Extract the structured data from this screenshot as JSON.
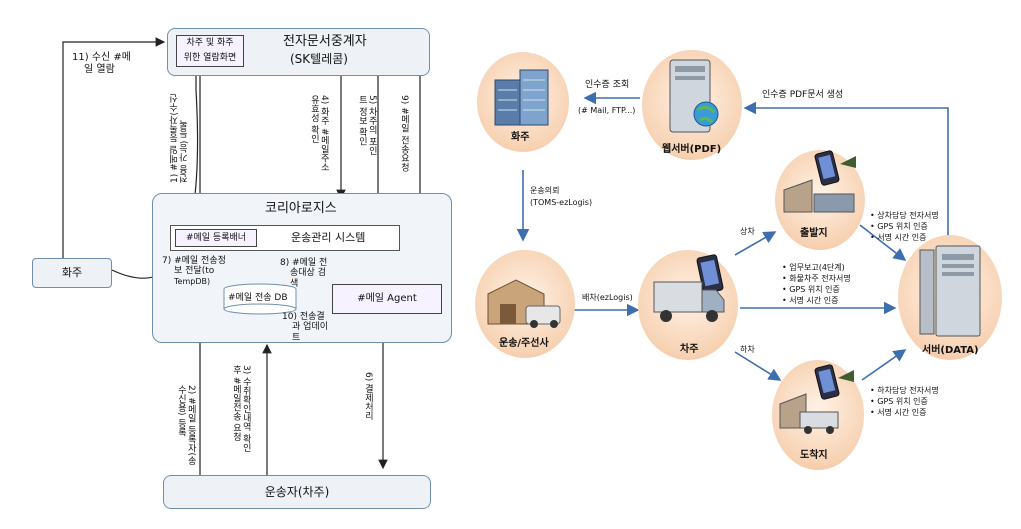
{
  "left": {
    "relay": {
      "viewer": [
        "차주 및 화주",
        "위한 열람화면"
      ],
      "title": "전자문서중계자",
      "subtitle": "(SK텔레콤)"
    },
    "korea": {
      "title": "코리아로지스",
      "system": "운송관리 시스템",
      "banner": "#메일 등록배너",
      "db": "#메일 전송 DB",
      "agent": "#메일 Agent"
    },
    "shipper": "화주",
    "carrier": "운송자(차주)",
    "steps": {
      "s11": [
        "11) 수신 #메",
        "일 열람"
      ],
      "s1": "1) #메일 등록자(수신전용 가능) 등록",
      "s4": "4) 화주 #메일주소 유효성 확인",
      "s5": "5) 차주의 포인트 정보 확인",
      "s9": "9) #메일 전송요청",
      "s7": [
        "7) #메일 전송정",
        "보 전달(to",
        "TempDB)"
      ],
      "s8": [
        "8) #메일 전",
        "송대상 검",
        "색"
      ],
      "s10": [
        "10) 전송결",
        "과 업데이",
        "트"
      ],
      "s2": "2) #메일 등록자(송수신용) 등록",
      "s3": "3) 수취확인내역 확인 후 #메일전송 요청",
      "s6": "6) 결제처리"
    }
  },
  "right": {
    "nodes": {
      "shipper": "화주",
      "webserver": "웹서버(PDF)",
      "transport": "운송/주선사",
      "driver": "차주",
      "departure": "출발지",
      "arrival": "도착지",
      "server": "서버(DATA)"
    },
    "edges": {
      "receipt_query": "인수증 조회",
      "mail_ftp": "(# Mail, FTP...)",
      "receipt_gen": "인수증 PDF문서 생성",
      "order": "운송의뢰",
      "toms": "(TOMS-ezLogis)",
      "dispatch": "배차(ezLogis)",
      "load": "상차",
      "unload": "하차"
    },
    "bullets": {
      "departure": [
        "상차담당 전자서명",
        "GPS 위치 인증",
        "서명 시간 인증"
      ],
      "driver": [
        "업무보고(4단계)",
        "화물차주 전자서명",
        "GPS 위치 인증",
        "서명 시간 인증"
      ],
      "arrival": [
        "하차담당 전자서명",
        "GPS 위치 인증",
        "서명 시간 인증"
      ]
    }
  }
}
